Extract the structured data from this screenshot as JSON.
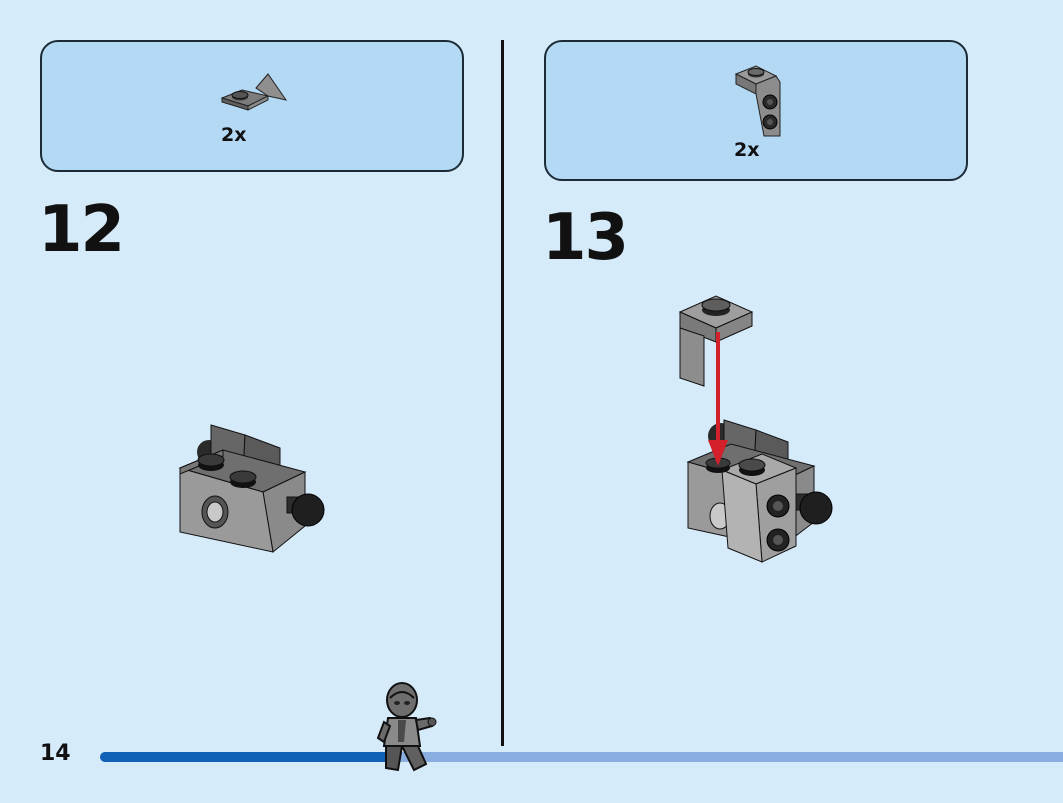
{
  "page": {
    "number": "14",
    "progress": 0.31
  },
  "steps": [
    {
      "number": "12",
      "parts": [
        {
          "quantity": "2x",
          "part": "bracket-plate-icon"
        }
      ]
    },
    {
      "number": "13",
      "parts": [
        {
          "quantity": "2x",
          "part": "inverted-bracket-icon"
        }
      ]
    }
  ],
  "colors": {
    "background": "#d6ebfa",
    "parts_box": "#b4d9f5",
    "brick_gray": "#a5a5a5",
    "dark_gray": "#5b5b5b",
    "arrow_red": "#d3202b",
    "progress_fill": "#0f62b5",
    "progress_track": "#8aaedf"
  }
}
